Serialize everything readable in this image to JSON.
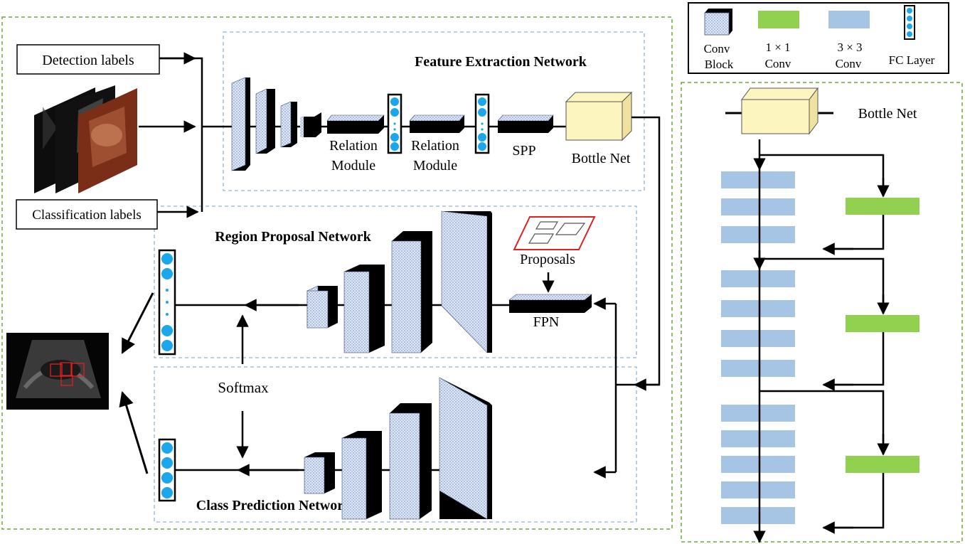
{
  "legend": {
    "conv_block": [
      "Conv",
      "Block"
    ],
    "conv1x1": [
      "1 × 1",
      "Conv"
    ],
    "conv3x3": [
      "3 × 3",
      "Conv"
    ],
    "fc_layer": "FC Layer"
  },
  "inputs": {
    "detection_labels": "Detection labels",
    "classification_labels": "Classification labels"
  },
  "feature_extraction": {
    "title": "Feature Extraction Network",
    "relation1": [
      "Relation",
      "Module"
    ],
    "relation2": [
      "Relation",
      "Module"
    ],
    "spp": "SPP",
    "bottle_net": "Bottle Net"
  },
  "region_proposal": {
    "title": "Region Proposal Network",
    "proposals": "Proposals",
    "fpn": "FPN"
  },
  "class_prediction": {
    "title": "Class Prediction Network",
    "softmax": "Softmax"
  },
  "bottle_detail": {
    "label": "Bottle Net"
  },
  "colors": {
    "conv_block": "#c9d6ec",
    "conv1x1": "#92d050",
    "conv3x3": "#a6c4e4",
    "fc_dot": "#1aa7ec",
    "bottle": "#fdf5c0",
    "green_border": "#6aaa3c",
    "blue_border": "#8fb4d6",
    "proposal_red": "#e02020"
  }
}
